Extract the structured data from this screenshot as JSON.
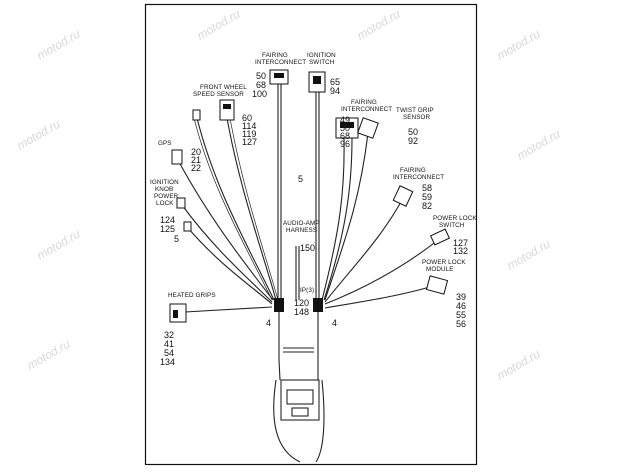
{
  "watermark": "motod.ru",
  "labels": {
    "fairing_top": [
      "FAIRING",
      "INTERCONNECT"
    ],
    "ignition": [
      "IGNITION",
      "SWITCH"
    ],
    "front_wheel": [
      "FRONT WHEEL",
      "SPEED SENSOR"
    ],
    "fairing_mid": [
      "FAIRING",
      "INTERCONNECT"
    ],
    "twist_grip": [
      "TWIST GRIP",
      "SENSOR"
    ],
    "gps": [
      "GPS"
    ],
    "ign_knob": [
      "IGNITION",
      "KNOB",
      "POWER",
      "LOCK"
    ],
    "fairing_right": [
      "FAIRING",
      "INTERCONNECT"
    ],
    "audio": [
      "AUDIO-AMP",
      "HARNESS"
    ],
    "power_lock_switch": [
      "POWER LOCK",
      "SWITCH"
    ],
    "power_lock_module": [
      "POWER LOCK",
      "MODULE"
    ],
    "heated_grips": [
      "HEATED GRIPS"
    ],
    "ip": [
      "IP(3)"
    ]
  },
  "numbers": {
    "fairing_top": [
      "50",
      "68",
      "100"
    ],
    "ignition": [
      "65",
      "94"
    ],
    "front_wheel": [
      "60",
      "114",
      "119",
      "127"
    ],
    "fairing_mid": [
      "49",
      "50",
      "68",
      "96"
    ],
    "twist_grip": [
      "50",
      "92"
    ],
    "gps": [
      "20",
      "21",
      "22"
    ],
    "ign_knob": [
      "124",
      "125"
    ],
    "fairing_right": [
      "58",
      "59",
      "82"
    ],
    "audio": [
      "150"
    ],
    "power_lock_switch": [
      "127",
      "132"
    ],
    "power_lock_module": [
      "39",
      "46",
      "55",
      "56"
    ],
    "heated_grips": [
      "32",
      "41",
      "54",
      "134"
    ],
    "ip": [
      "120",
      "148"
    ],
    "five_a": "5",
    "five_b": "5",
    "four_left": "4",
    "four_right": "4"
  }
}
